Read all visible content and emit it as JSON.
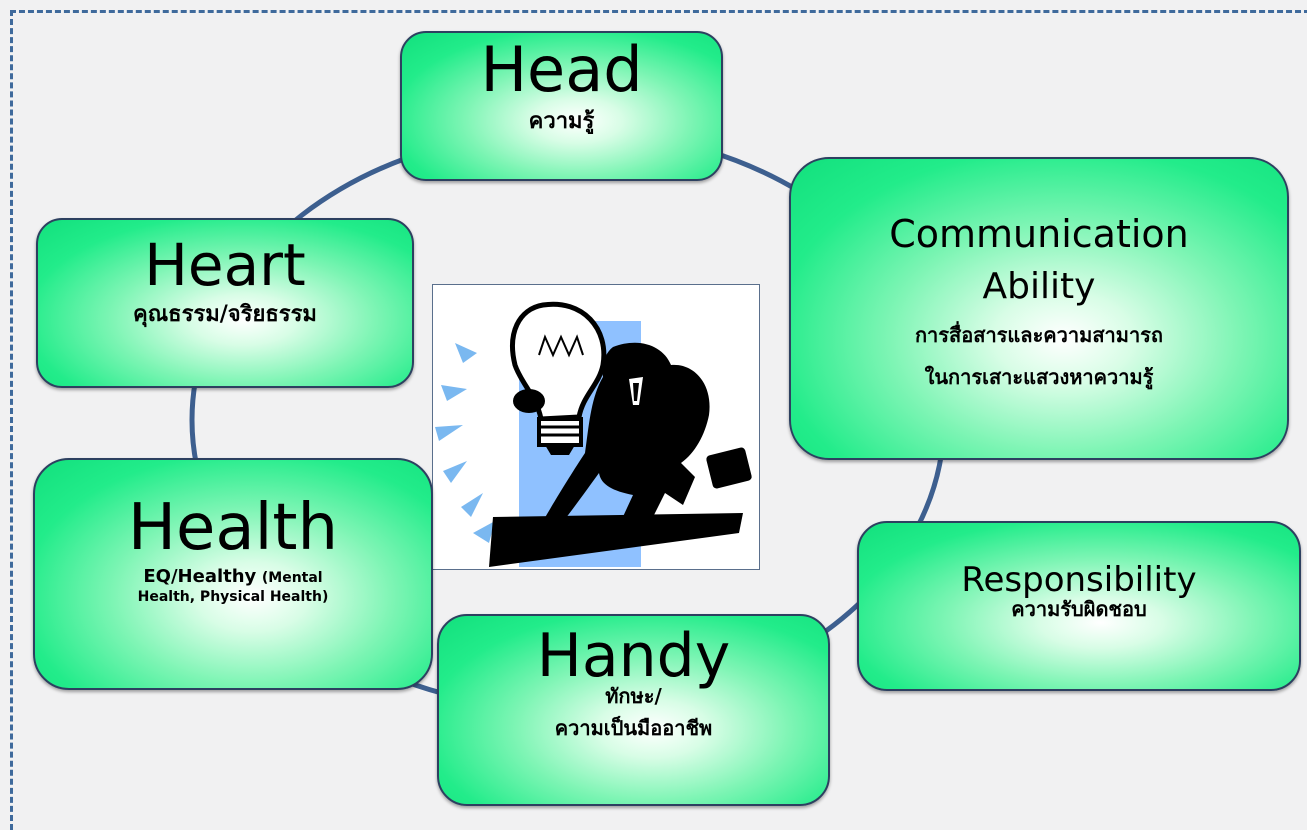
{
  "nodes": {
    "head": {
      "title": "Head",
      "sub": "ความรู้"
    },
    "heart": {
      "title": "Heart",
      "sub": "คุณธรรม/จริยธรรม"
    },
    "communication": {
      "title_line1": "Communication",
      "title_line2": "Ability",
      "sub_line1": "การสื่อสารและความสามารถ",
      "sub_line2": "ในการเสาะแสวงหาความรู้"
    },
    "health": {
      "title": "Health",
      "sub_main": "EQ/Healthy",
      "sub_small_1": "(Mental",
      "sub_small_2": "Health, Physical Health)"
    },
    "responsibility": {
      "title": "Responsibility",
      "sub": "ความรับผิดชอบ"
    },
    "handy": {
      "title": "Handy",
      "sub_line1": "ทักษะ/",
      "sub_line2": "ความเป็นมืออาชีพ"
    }
  },
  "center_image": "businessman-lightbulb-clipart",
  "colors": {
    "ring": "#3d5f8f",
    "node_fill": "#22ec8a",
    "frame": "#3f6a9c",
    "highlight_bar": "#8fc1ff"
  }
}
